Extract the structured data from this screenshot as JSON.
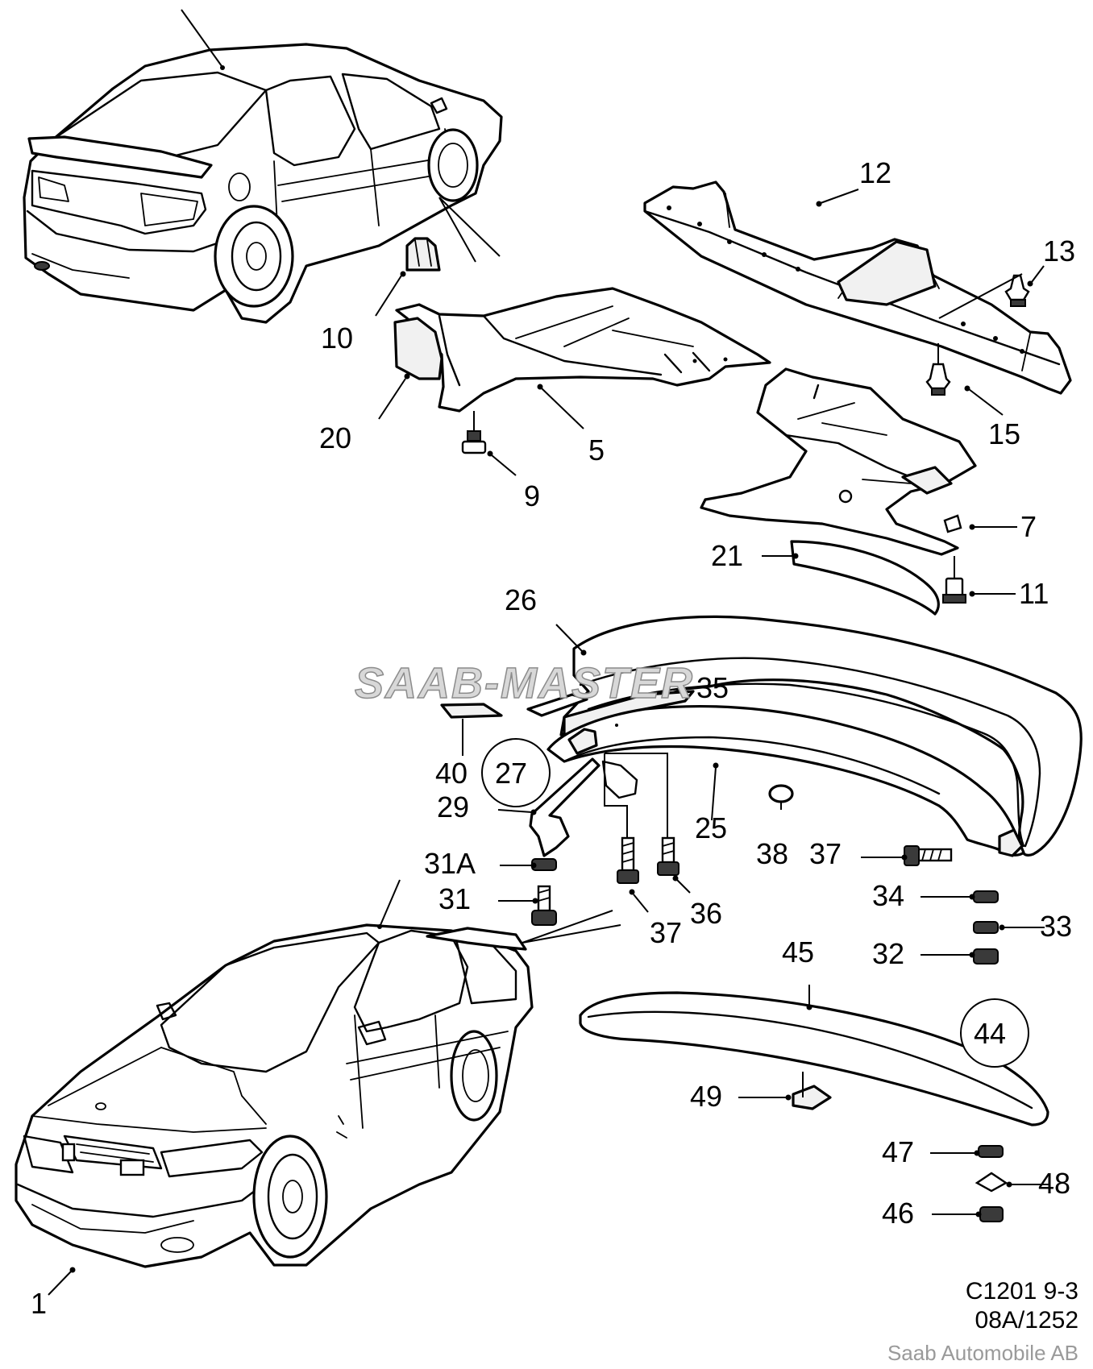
{
  "labels": {
    "l1": "1",
    "l5": "5",
    "l7": "7",
    "l9": "9",
    "l10": "10",
    "l11": "11",
    "l12": "12",
    "l13": "13",
    "l15": "15",
    "l20": "20",
    "l21": "21",
    "l25": "25",
    "l26": "26",
    "l27": "27",
    "l29": "29",
    "l31": "31",
    "l31a": "31A",
    "l32": "32",
    "l33": "33",
    "l34": "34",
    "l35": "35",
    "l36": "36",
    "l37a": "37",
    "l37b": "37",
    "l38": "38",
    "l40": "40",
    "l44": "44",
    "l45": "45",
    "l46": "46",
    "l47": "47",
    "l48": "48",
    "l49": "49"
  },
  "reference": {
    "code": "C1201 9-3",
    "number": "08A/1252"
  },
  "copyright": "Saab Automobile AB",
  "watermark": "SAAB-MASTER"
}
